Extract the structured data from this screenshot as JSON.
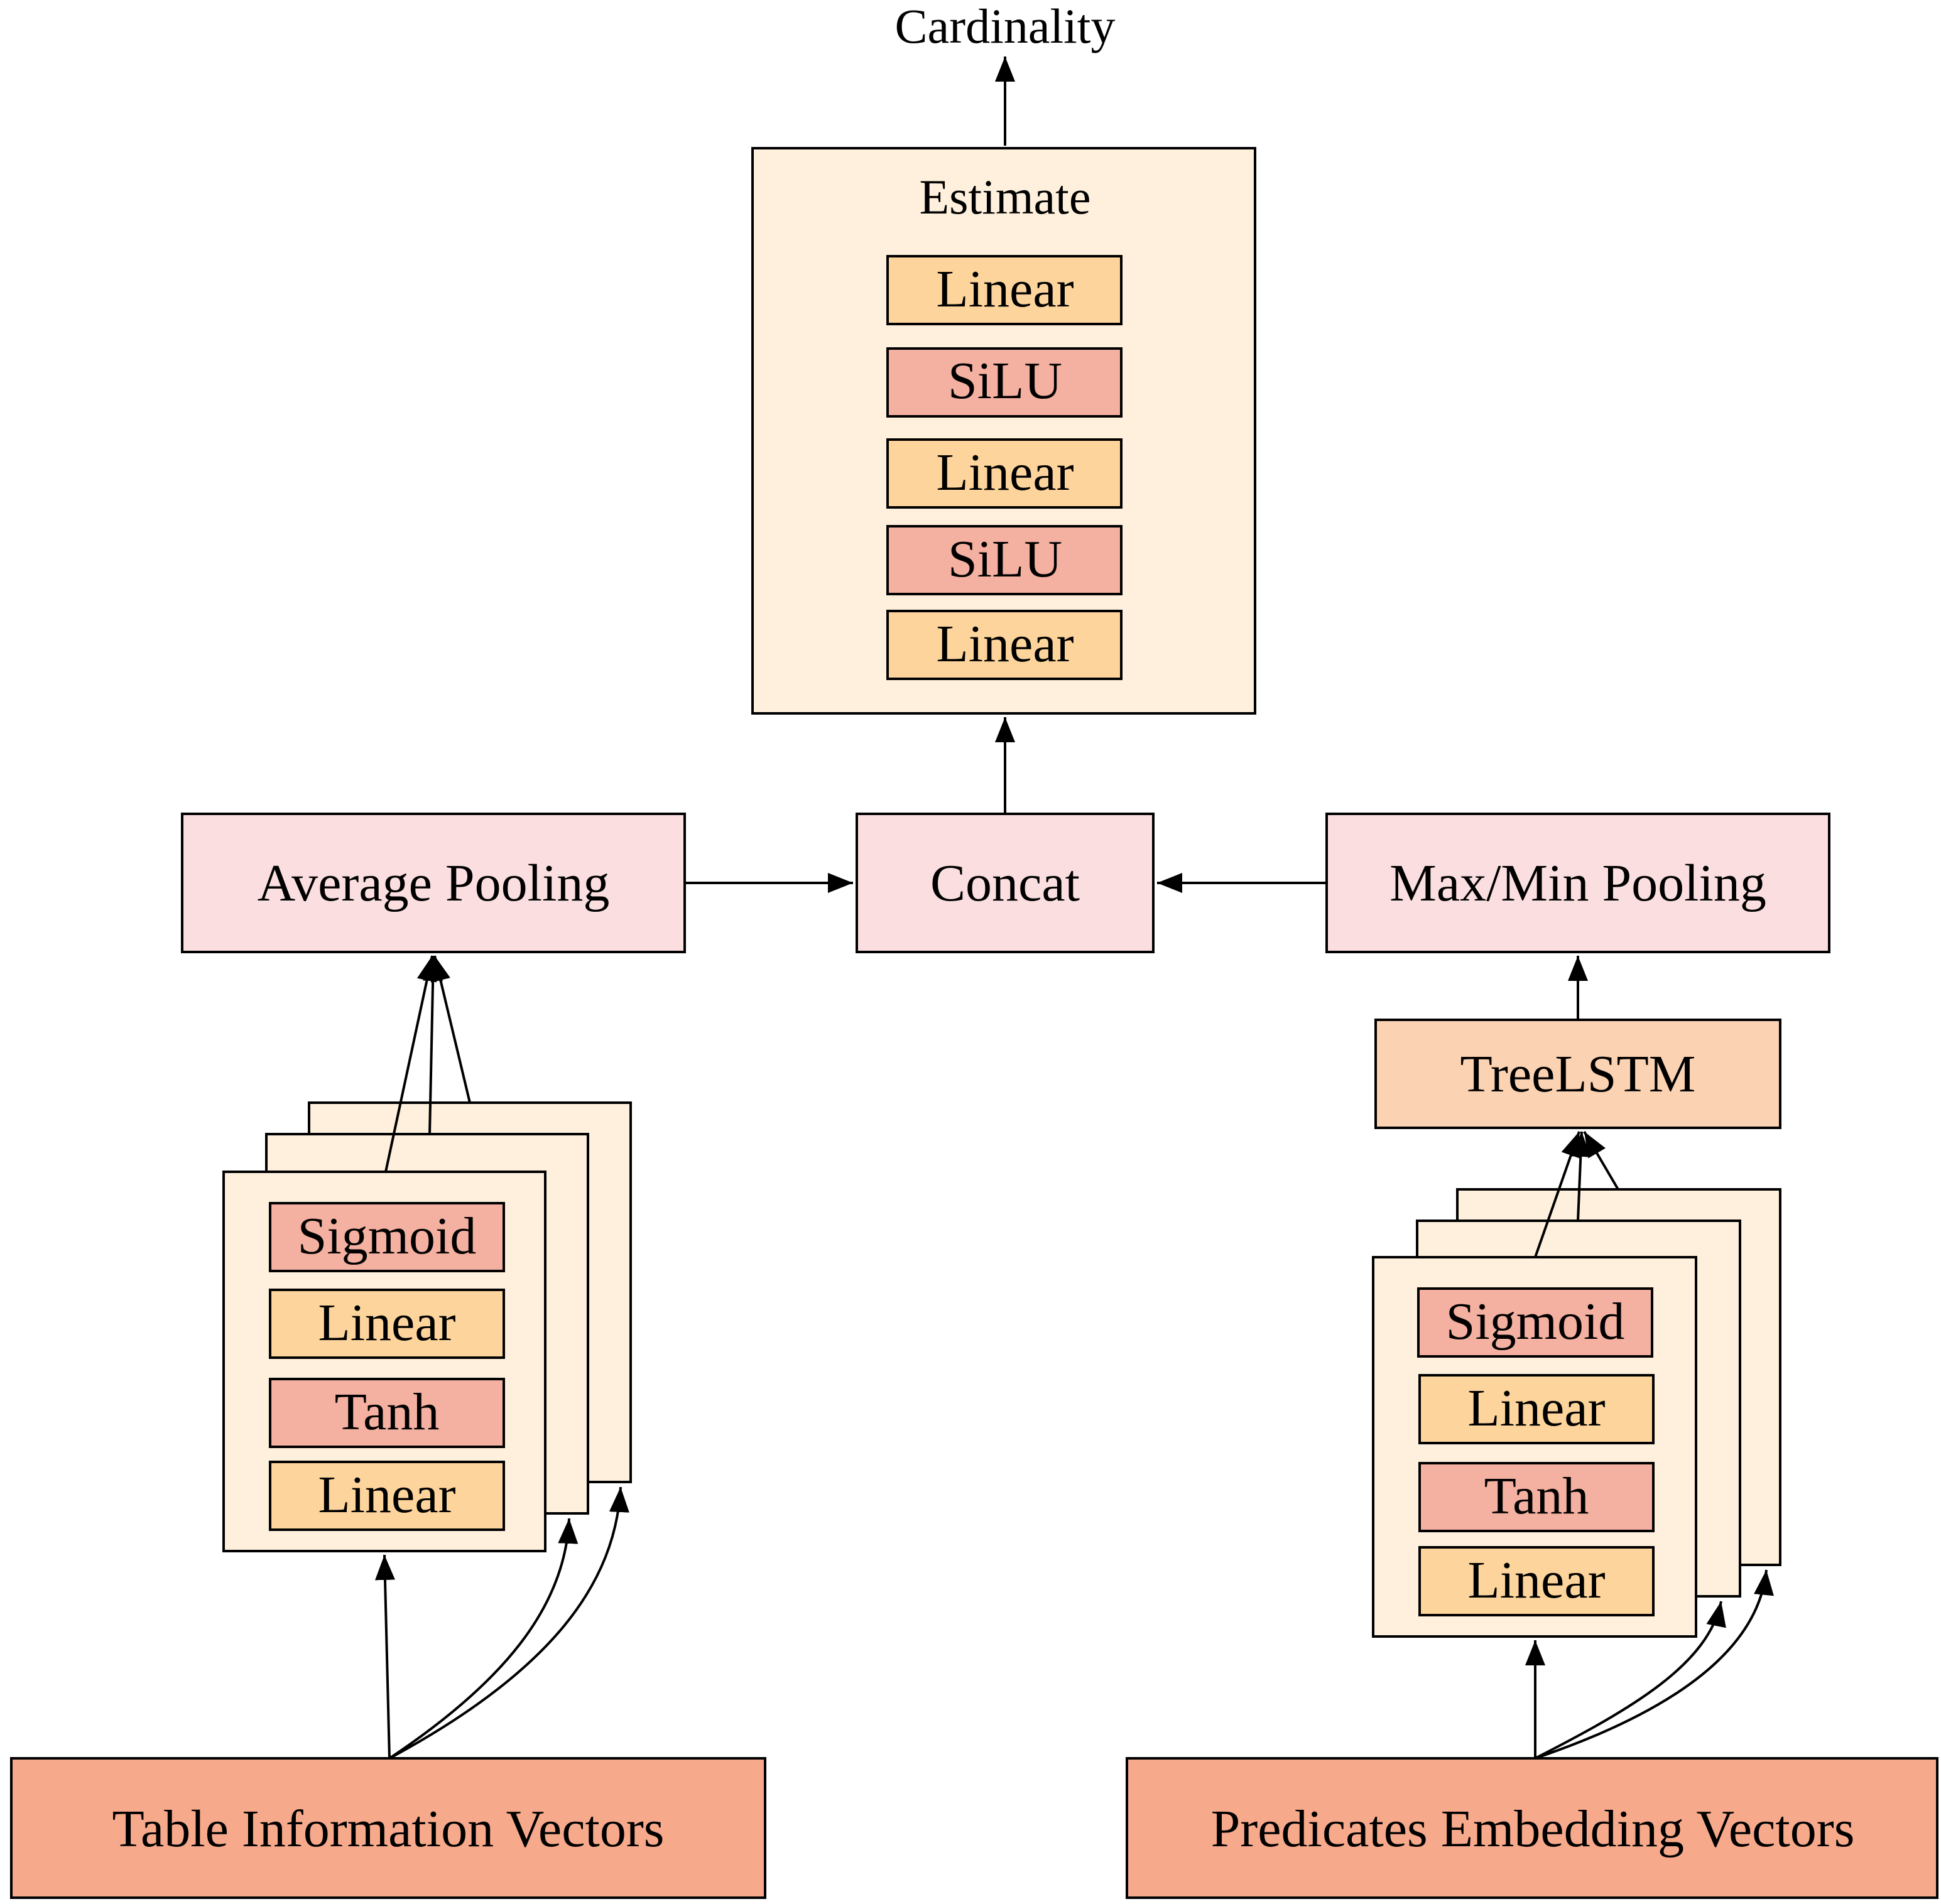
{
  "colors": {
    "container_fill": "#fef0dc",
    "linear_fill": "#fdd49b",
    "activation_fill": "#f4b0a0",
    "pooling_fill": "#fbdfe0",
    "treelstm_fill": "#fbd2b2",
    "input_fill": "#f7a98b",
    "stroke": "#000000"
  },
  "output": {
    "label": "Cardinality"
  },
  "estimate": {
    "title": "Estimate",
    "layers": [
      "Linear",
      "SiLU",
      "Linear",
      "SiLU",
      "Linear"
    ]
  },
  "concat": {
    "label": "Concat"
  },
  "average_pooling": {
    "label": "Average Pooling"
  },
  "max_min_pooling": {
    "label": "Max/Min Pooling"
  },
  "treelstm": {
    "label": "TreeLSTM"
  },
  "table_encoder": {
    "layers": [
      "Sigmoid",
      "Linear",
      "Tanh",
      "Linear"
    ]
  },
  "predicate_encoder": {
    "layers": [
      "Sigmoid",
      "Linear",
      "Tanh",
      "Linear"
    ]
  },
  "inputs": {
    "table": "Table Information Vectors",
    "predicates": "Predicates Embedding Vectors"
  }
}
